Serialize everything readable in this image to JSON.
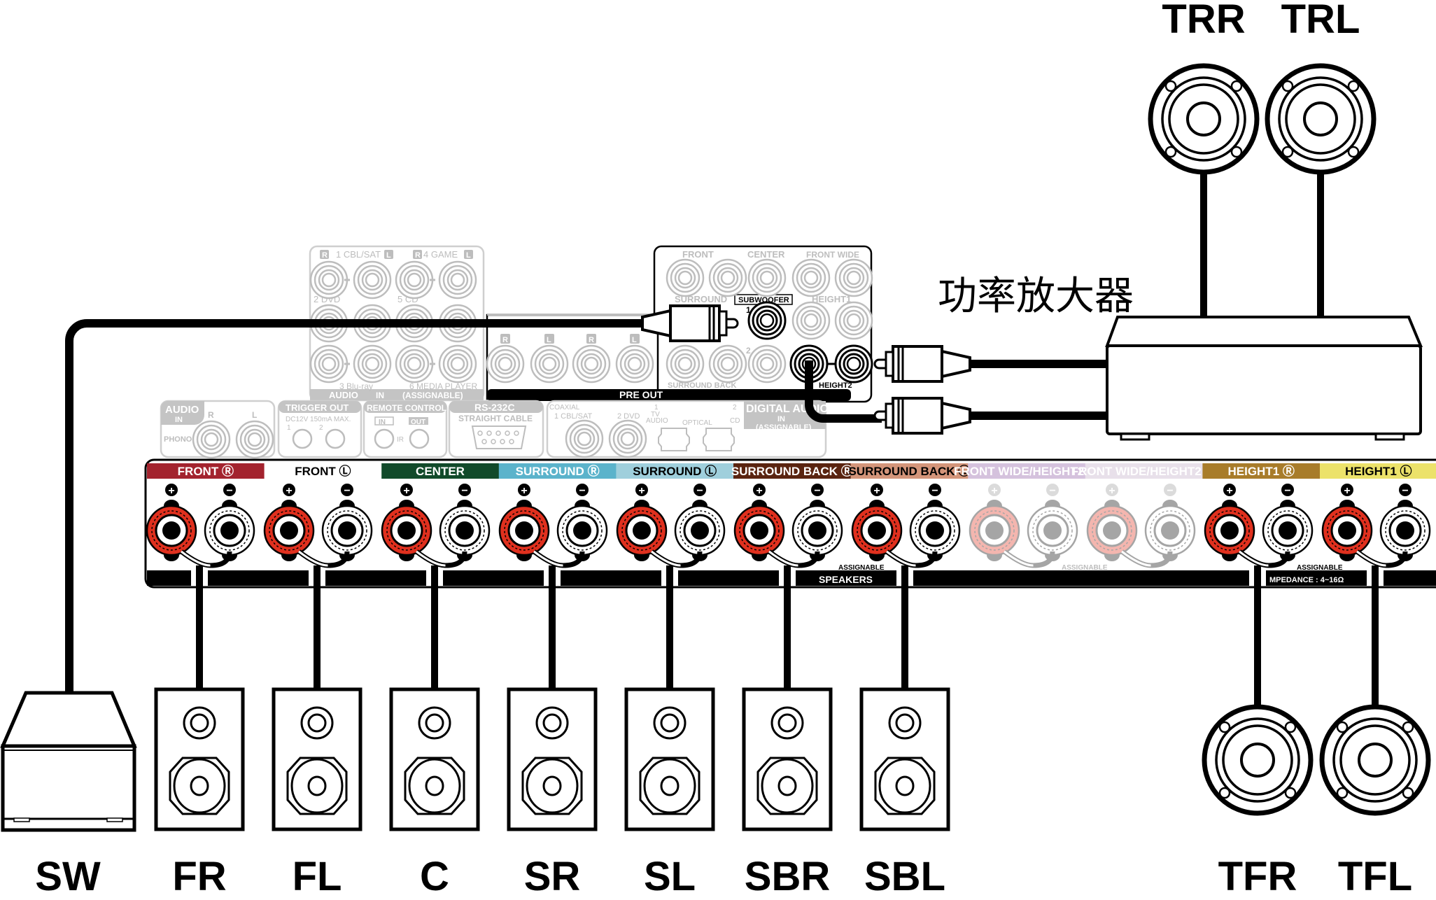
{
  "diagram": {
    "title_amp": "功率放大器",
    "top_speakers": [
      {
        "id": "TRR",
        "label": "TRR"
      },
      {
        "id": "TRL",
        "label": "TRL"
      }
    ],
    "bottom_speakers": [
      {
        "id": "SW",
        "label": "SW",
        "type": "subwoofer"
      },
      {
        "id": "FR",
        "label": "FR",
        "type": "bookshelf"
      },
      {
        "id": "FL",
        "label": "FL",
        "type": "bookshelf"
      },
      {
        "id": "C",
        "label": "C",
        "type": "bookshelf"
      },
      {
        "id": "SR",
        "label": "SR",
        "type": "bookshelf"
      },
      {
        "id": "SL",
        "label": "SL",
        "type": "bookshelf"
      },
      {
        "id": "SBR",
        "label": "SBR",
        "type": "bookshelf"
      },
      {
        "id": "SBL",
        "label": "SBL",
        "type": "bookshelf"
      },
      {
        "id": "TFR",
        "label": "TFR",
        "type": "ceiling"
      },
      {
        "id": "TFL",
        "label": "TFL",
        "type": "ceiling"
      }
    ],
    "speaker_terminals": {
      "channels": [
        {
          "label": "FRONT",
          "side": "R",
          "color": "#a3232e",
          "text_color": "#ffffff",
          "active": true,
          "connected_to": "FR"
        },
        {
          "label": "FRONT",
          "side": "L",
          "color": "#ffffff",
          "text_color": "#000000",
          "active": true,
          "connected_to": "FL"
        },
        {
          "label": "CENTER",
          "side": "",
          "color": "#114a2a",
          "text_color": "#ffffff",
          "active": true,
          "connected_to": "C"
        },
        {
          "label": "SURROUND",
          "side": "R",
          "color": "#5bb3cb",
          "text_color": "#ffffff",
          "active": true,
          "connected_to": "SR"
        },
        {
          "label": "SURROUND",
          "side": "L",
          "color": "#9fcfdc",
          "text_color": "#000000",
          "active": true,
          "connected_to": "SL"
        },
        {
          "label": "SURROUND BACK",
          "side": "R",
          "color": "#5a2410",
          "text_color": "#ffffff",
          "active": true,
          "connected_to": "SBR"
        },
        {
          "label": "SURROUND BACK",
          "side": "L",
          "color": "#d4957a",
          "text_color": "#000000",
          "active": true,
          "connected_to": "SBL"
        },
        {
          "label": "FRONT WIDE/HEIGHT2",
          "side": "R",
          "color": "#d5c2dd",
          "text_color": "#ffffff",
          "active": false,
          "connected_to": ""
        },
        {
          "label": "FRONT WIDE/HEIGHT2",
          "side": "L",
          "color": "#e8e0ea",
          "text_color": "#ffffff",
          "active": false,
          "connected_to": ""
        },
        {
          "label": "HEIGHT1",
          "side": "R",
          "color": "#a87c2a",
          "text_color": "#ffffff",
          "active": true,
          "connected_to": "TFR"
        },
        {
          "label": "HEIGHT1",
          "side": "L",
          "color": "#ece26a",
          "text_color": "#000000",
          "active": true,
          "connected_to": "TFL"
        }
      ],
      "plus_symbol": "+",
      "minus_symbol": "−",
      "assignable_label": "ASSIGNABLE",
      "speakers_label": "SPEAKERS",
      "impedance_label": "MPEDANCE : 4~16Ω"
    },
    "audio_in": {
      "inputs": [
        "1 CBL/SAT",
        "4 GAME",
        "2 DVD",
        "5 CD",
        "3 Blu-ray",
        "6 MEDIA PLAYER"
      ],
      "footer": [
        "AUDIO",
        "IN",
        "(ASSIGNABLE)"
      ],
      "r": "R",
      "l": "L"
    },
    "pre_out": {
      "label": "PRE OUT",
      "row_top": [
        "FRONT",
        "CENTER",
        "FRONT WIDE"
      ],
      "row_mid": [
        "SURROUND",
        "SUBWOOFER",
        "HEIGHT1"
      ],
      "row_bot": [
        "SURROUND BACK",
        "HEIGHT2"
      ],
      "subwoofer_ports": [
        "1",
        "2"
      ],
      "rl_labels": [
        "R",
        "L",
        "R",
        "L"
      ]
    },
    "phono": {
      "title": "AUDIO",
      "in": "IN",
      "label": "PHONO",
      "r": "R",
      "l": "L"
    },
    "trigger_out": {
      "title": "TRIGGER OUT",
      "spec": "DC12V 150mA MAX.",
      "ports": [
        "1",
        "2"
      ]
    },
    "remote_control": {
      "title": "REMOTE CONTROL",
      "in": "IN",
      "out": "OUT",
      "ir": "IR"
    },
    "rs232c": {
      "title": "RS-232C",
      "subtitle": "STRAIGHT CABLE"
    },
    "digital_in": {
      "coaxial": "COAXIAL",
      "coax_ports": [
        "1 CBL/SAT",
        "2 DVD"
      ],
      "optical": "OPTICAL",
      "optical_ports": [
        "1 TV AUDIO",
        "2 CD"
      ],
      "optical_num": [
        "1",
        "2"
      ],
      "tv": "TV",
      "audio": "AUDIO",
      "cd": "CD",
      "title": "DIGITAL AUDIO",
      "in": "IN",
      "assignable": "(ASSIGNABLE)"
    }
  }
}
